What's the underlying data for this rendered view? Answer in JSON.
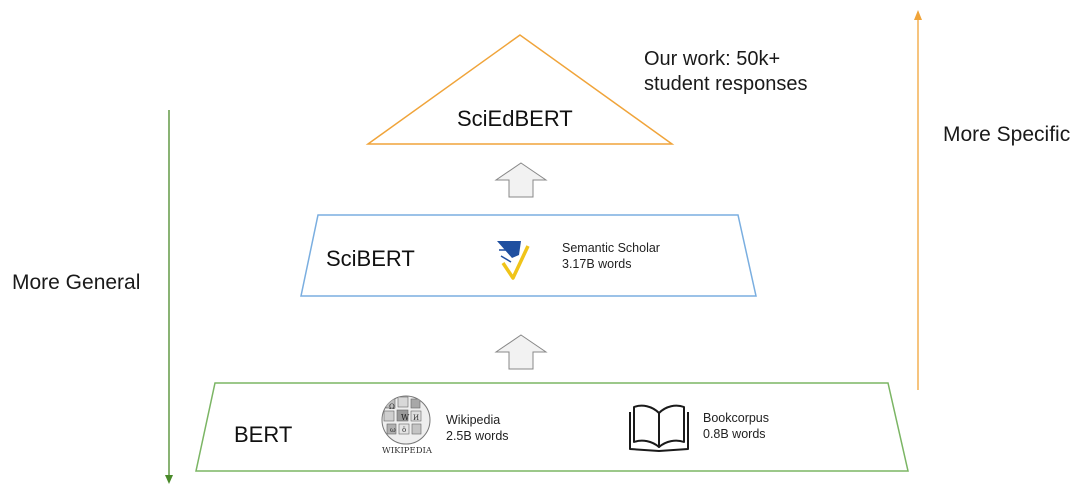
{
  "colors": {
    "general_arrow": "#4a8a2a",
    "specific_arrow": "#f0a43a",
    "top_triangle": "#f0a43a",
    "middle_trapezoid": "#7aaee0",
    "bottom_trapezoid": "#7bb564",
    "up_arrows_fill": "#f2f2f2",
    "up_arrows_stroke": "#888888",
    "scholar_blue": "#1f4fa0",
    "scholar_yellow": "#f0c419"
  },
  "left_axis": {
    "label": "More General",
    "direction": "down"
  },
  "right_axis": {
    "label": "More Specific",
    "direction": "up"
  },
  "top_tier": {
    "model": "SciEdBERT",
    "note_line1": "Our work: 50k+",
    "note_line2": "student responses"
  },
  "middle_tier": {
    "model": "SciBERT",
    "source": {
      "icon": "semantic-scholar-logo-icon",
      "name": "Semantic Scholar",
      "size": "3.17B words"
    }
  },
  "bottom_tier": {
    "model": "BERT",
    "sources": [
      {
        "icon": "wikipedia-globe-icon",
        "logo_text": "WIKIPEDIA",
        "name": "Wikipedia",
        "size": "2.5B words"
      },
      {
        "icon": "open-book-icon",
        "name": "Bookcorpus",
        "size": "0.8B words"
      }
    ]
  }
}
